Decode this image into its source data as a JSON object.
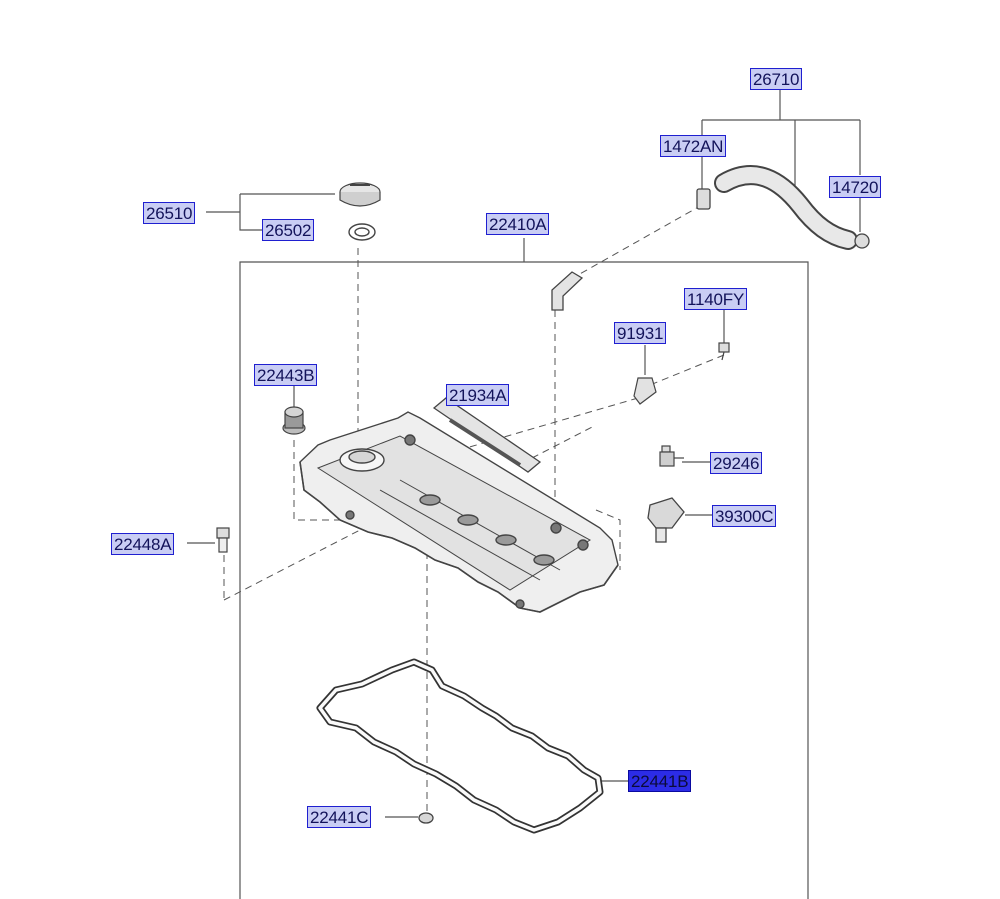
{
  "theme": {
    "label_fill": "#c9cdf4",
    "label_border": "#1f1fd0",
    "selected_fill": "#2c2ce6",
    "line": "#555555"
  },
  "selected_part": "22441B",
  "labels": {
    "p26710": "26710",
    "p1472AN": "1472AN",
    "p14720": "14720",
    "p26510": "26510",
    "p26502": "26502",
    "p22410A": "22410A",
    "p1140FY": "1140FY",
    "p91931": "91931",
    "p22443B": "22443B",
    "p21934A": "21934A",
    "p29246": "29246",
    "p39300C": "39300C",
    "p22448A": "22448A",
    "p22441B": "22441B",
    "p22441C": "22441C"
  }
}
